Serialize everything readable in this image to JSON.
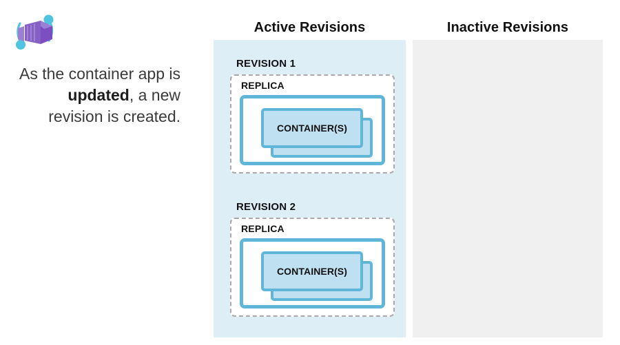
{
  "logo": {
    "icon": "azure-container-apps-logo",
    "cube_color": "#8661C5",
    "cube_color_dark": "#7B4FC0",
    "cube_color_light": "#A07FDA",
    "ring_color": "#50C4E0"
  },
  "caption": {
    "prefix": "As the container app is ",
    "emphasis": "updated",
    "suffix": ", a new revision is created."
  },
  "columns": [
    {
      "id": "active",
      "heading": "Active Revisions",
      "panel_color": "#ddeef7",
      "revisions": [
        {
          "label": "REVISION 1",
          "replica_label": "REPLICA",
          "container_label": "CONTAINER(S)"
        },
        {
          "label": "REVISION 2",
          "replica_label": "REPLICA",
          "container_label": "CONTAINER(S)"
        }
      ]
    },
    {
      "id": "inactive",
      "heading": "Inactive Revisions",
      "panel_color": "#f0f0f0",
      "revisions": []
    }
  ],
  "theme": {
    "accent_blue": "#5fb6d8",
    "container_fill": "#bfe0f0",
    "dashed_border": "#a9a9a9",
    "text_color": "#111111"
  }
}
